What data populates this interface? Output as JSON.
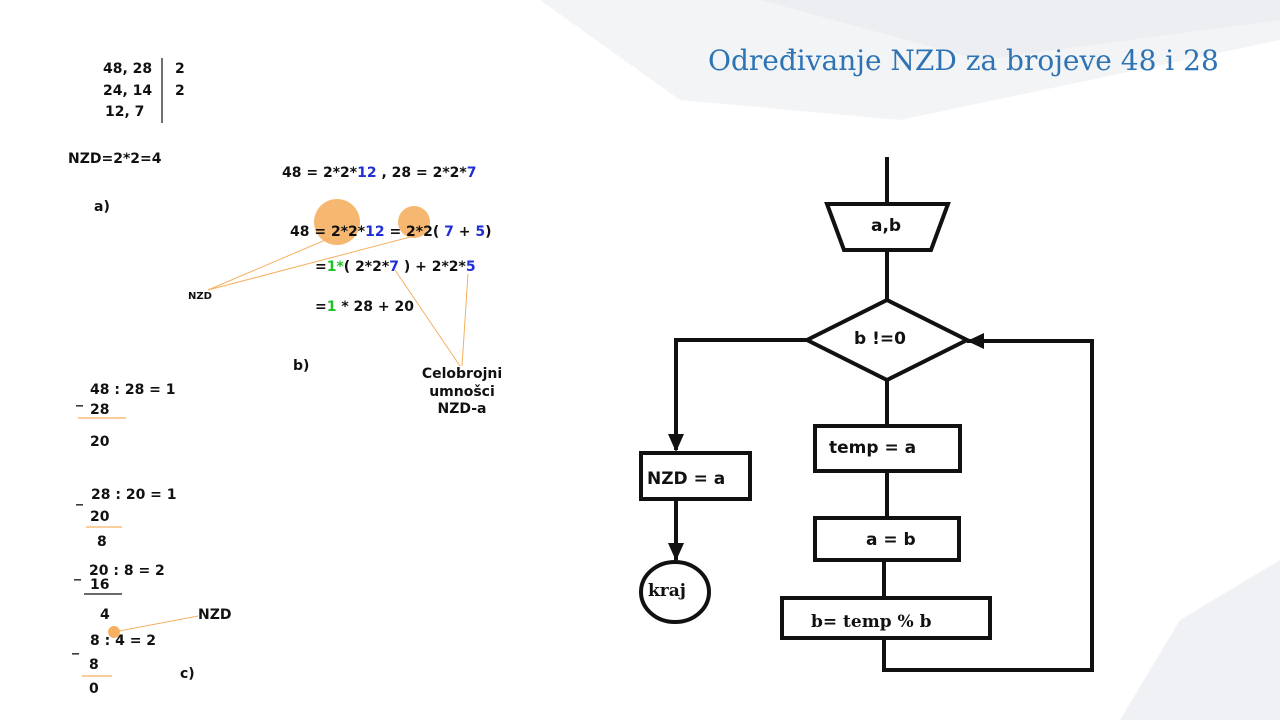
{
  "title": "Određivanje NZD za brojeve 48 i 28",
  "part_a": {
    "rows": [
      {
        "left": "48, 28",
        "right": "2"
      },
      {
        "left": "24, 14",
        "right": "2"
      },
      {
        "left": "12, 7",
        "right": ""
      }
    ],
    "result": "NZD=2*2=4",
    "label": "a)"
  },
  "part_b": {
    "line1": {
      "p1": "48 = 2*2*",
      "p2": "12",
      "p3": "  , 28 = 2*2*",
      "p4": "7"
    },
    "line2": {
      "p1": "48 = 2*2*",
      "p2": "12",
      "p3": " = 2*2( ",
      "p4": "7",
      "p5": " + ",
      "p6": "5",
      "p7": ")"
    },
    "line3": {
      "p1": "=",
      "p2": "1*",
      "p3": "( 2*2*",
      "p4": "7",
      "p5": " ) + 2*2*",
      "p6": "5"
    },
    "line4": {
      "p1": "=",
      "p2": "1",
      "p3": " * 28 + 20"
    },
    "nzd_label": "NZD",
    "note": [
      "Celobrojni",
      "umnošci",
      "NZD-a"
    ],
    "label": "b)"
  },
  "part_c": {
    "step1": {
      "expr": "48 : 28 = 1",
      "sub": "28",
      "rem": "20"
    },
    "step2": {
      "expr": "28 : 20 = 1",
      "sub": "20",
      "rem": "8"
    },
    "step3": {
      "expr": "20 : 8  = 2",
      "sub": "16",
      "rem": "4"
    },
    "step4": {
      "expr": "8 : 4 = 2",
      "sub": "8",
      "rem": "0"
    },
    "minus": "_",
    "nzd_label": "NZD",
    "label": "c)"
  },
  "flowchart": {
    "input": "a,b",
    "condition": "b !=0",
    "step1": "temp = a",
    "step2": "a = b",
    "step3": "b= temp % b",
    "output": "NZD = a",
    "end": "kraj"
  },
  "colors": {
    "title": "#2e74b5",
    "accent": "#f5b060",
    "blue": "#1f2fd6",
    "green": "#22c12a"
  }
}
